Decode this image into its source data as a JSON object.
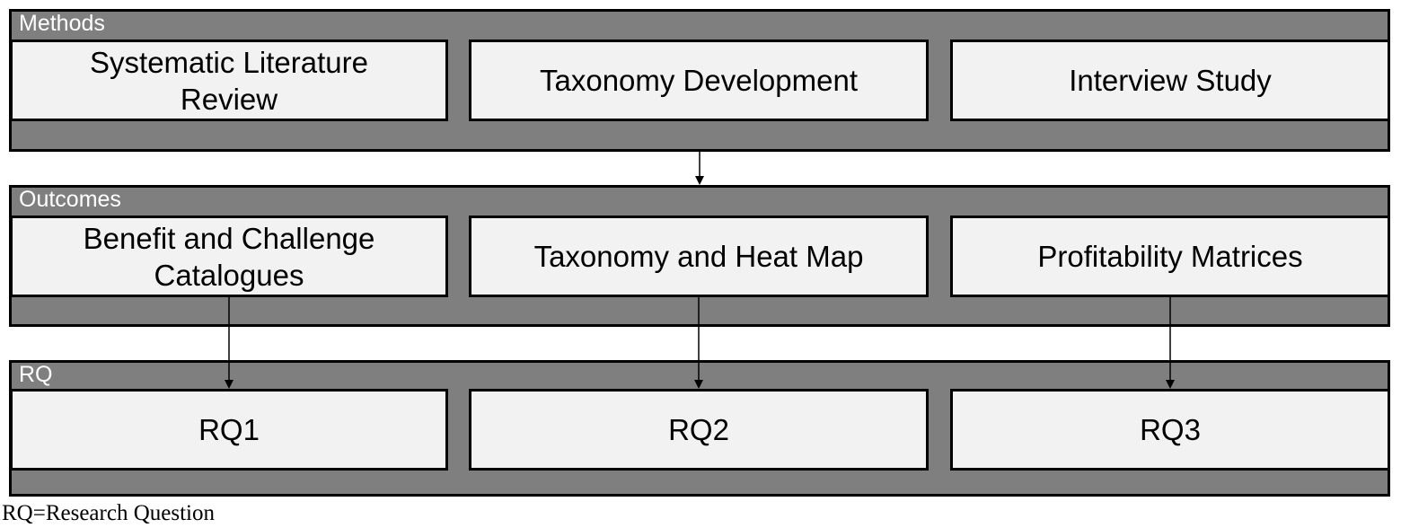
{
  "methods": {
    "label": "Methods",
    "boxes": [
      "Systematic Literature Review",
      "Taxonomy Development",
      "Interview Study"
    ]
  },
  "outcomes": {
    "label": "Outcomes",
    "boxes": [
      "Benefit and Challenge Catalogues",
      "Taxonomy and Heat Map",
      "Profitability Matrices"
    ]
  },
  "rq": {
    "label": "RQ",
    "boxes": [
      "RQ1",
      "RQ2",
      "RQ3"
    ]
  },
  "footnote": "RQ=Research Question",
  "colors": {
    "band_fill": "#7f7f7f",
    "box_fill": "#f2f2f2",
    "border": "#000000",
    "band_label": "#ffffff"
  }
}
